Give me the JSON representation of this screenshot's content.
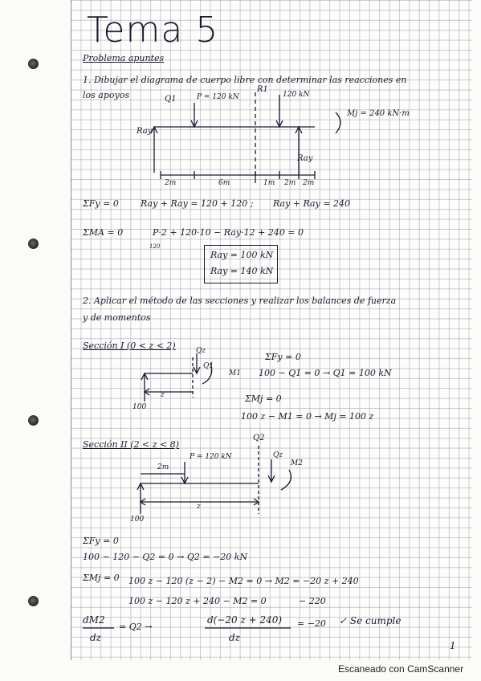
{
  "footer": "Escaneado con CamScanner",
  "page_number": "1",
  "title": "Tema 5",
  "subtitle": "Problema apuntes",
  "q1": {
    "line1": "1. Dibujar el diagrama de cuerpo libre con determinar las reacciones en",
    "line2": "los apoyos"
  },
  "diagram1": {
    "q1_label": "Q1",
    "load_p": "P = 120 kN",
    "r1_label": "R1",
    "load_120": "120 kN",
    "moment": "Mj = 240 kN·m",
    "ray_left": "Ray",
    "ray_right": "Ray",
    "dim_2m": "2m",
    "dim_6m": "6m",
    "dim_1m_a": "1m",
    "dim_2m_b": "2m",
    "dim_2m_c": "2m"
  },
  "eq1": {
    "sum_fy": "ΣFy = 0",
    "fy_expr": "Ray + Ray = 120 + 120 ;",
    "fy_result": "Ray + Ray = 240",
    "sum_ma": "ΣMA = 0",
    "ma_expr": "P·2 + 120·10 − Ray·12 + 240 = 0",
    "p_sub": "120",
    "res1": "Ray = 100 kN",
    "res2": "Ray = 140 kN"
  },
  "q2": {
    "line1": "2. Aplicar el método de las secciones y realizar los balances de fuerza",
    "line2": "y de momentos"
  },
  "s1": {
    "heading": "Sección I  (0 < z < 2)",
    "q1": "Q1",
    "qz": "Qz",
    "m1": "M1",
    "z": "z",
    "reaction": "100",
    "fy": "ΣFy = 0",
    "fy_eq": "100 − Q1 = 0  →  Q1 = 100 kN",
    "mj": "ΣMj = 0",
    "mj_eq": "100 z − M1 = 0  →  Mj = 100 z"
  },
  "s2": {
    "heading": "Sección II  (2 < z < 8)",
    "q2": "Q2",
    "qz": "Qz",
    "m2": "M2",
    "dim_2m": "2m",
    "load": "P = 120 kN",
    "z": "z",
    "reaction": "100",
    "fy": "ΣFy = 0",
    "fy_eq": "100 − 120 − Q2 = 0  →  Q2 = −20 kN",
    "mj": "ΣMj = 0",
    "mj_eq": "100 z − 120 (z − 2) − M2 = 0  →  M2 = −20 z + 240",
    "mj_eq2": "100 z − 120 z + 240 − M2 = 0",
    "mj_eq2_tail": "− 220",
    "deriv_num": "dM2",
    "deriv_den": "dz",
    "deriv_eq": "= Q2  →",
    "deriv2_num": "d(−20 z + 240)",
    "deriv2_den": "dz",
    "deriv2_res": "= −20",
    "check": "✓ Se cumple"
  }
}
